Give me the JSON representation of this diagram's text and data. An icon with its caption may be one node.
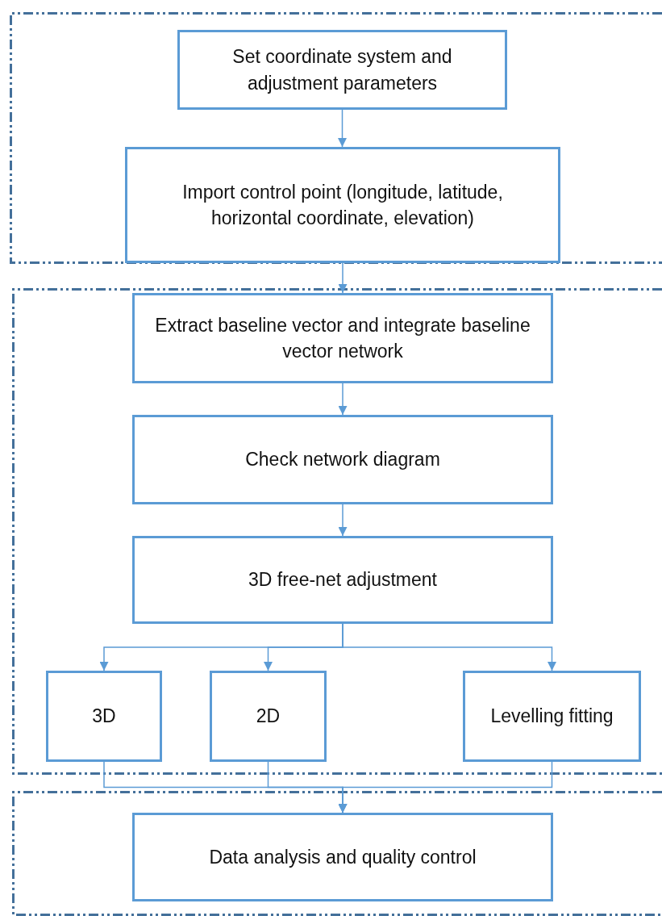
{
  "diagram": {
    "nodes": [
      {
        "text": [],
        "shape": "box"
      },
      {
        "text": [
          "Set coordinate system and adjustment parameters"
        ],
        "in": 0
      },
      {
        "text": [
          "Import control point (longitude, latitude, horizontal coordinate, elevation)"
        ],
        "in": 0
      },
      {
        "text": [],
        "shape": "box"
      },
      {
        "text": [
          "Extract baseline vector and integrate baseline vector network"
        ],
        "in": 3
      },
      {
        "text": [
          "Check network diagram"
        ],
        "in": 3
      },
      {
        "text": [
          "3D free-net adjustment"
        ],
        "in": 3
      },
      {
        "text": [
          "3D"
        ],
        "in": 3
      },
      {
        "text": [
          "2D"
        ],
        "in": 3
      },
      {
        "text": [
          "Levelling fitting"
        ],
        "in": 3
      },
      {
        "text": [],
        "shape": "box"
      },
      {
        "text": [
          "Data analysis and quality control"
        ],
        "in": 10
      }
    ],
    "edges": [
      {
        "from": 1,
        "to": 2,
        "arrow": "to"
      },
      {
        "from": 2,
        "to": 4,
        "arrow": "to"
      },
      {
        "from": 4,
        "to": 5,
        "arrow": "to"
      },
      {
        "from": 5,
        "to": 6,
        "arrow": "to"
      },
      {
        "from": 6,
        "to": 7,
        "arrow": "to"
      },
      {
        "from": 6,
        "to": 8,
        "arrow": "to"
      },
      {
        "from": 6,
        "to": 9,
        "arrow": "to"
      },
      {
        "from": 7,
        "to": 11,
        "arrow": "to"
      },
      {
        "from": 8,
        "to": 11,
        "arrow": "to"
      },
      {
        "from": 9,
        "to": 11,
        "arrow": "to"
      }
    ]
  }
}
